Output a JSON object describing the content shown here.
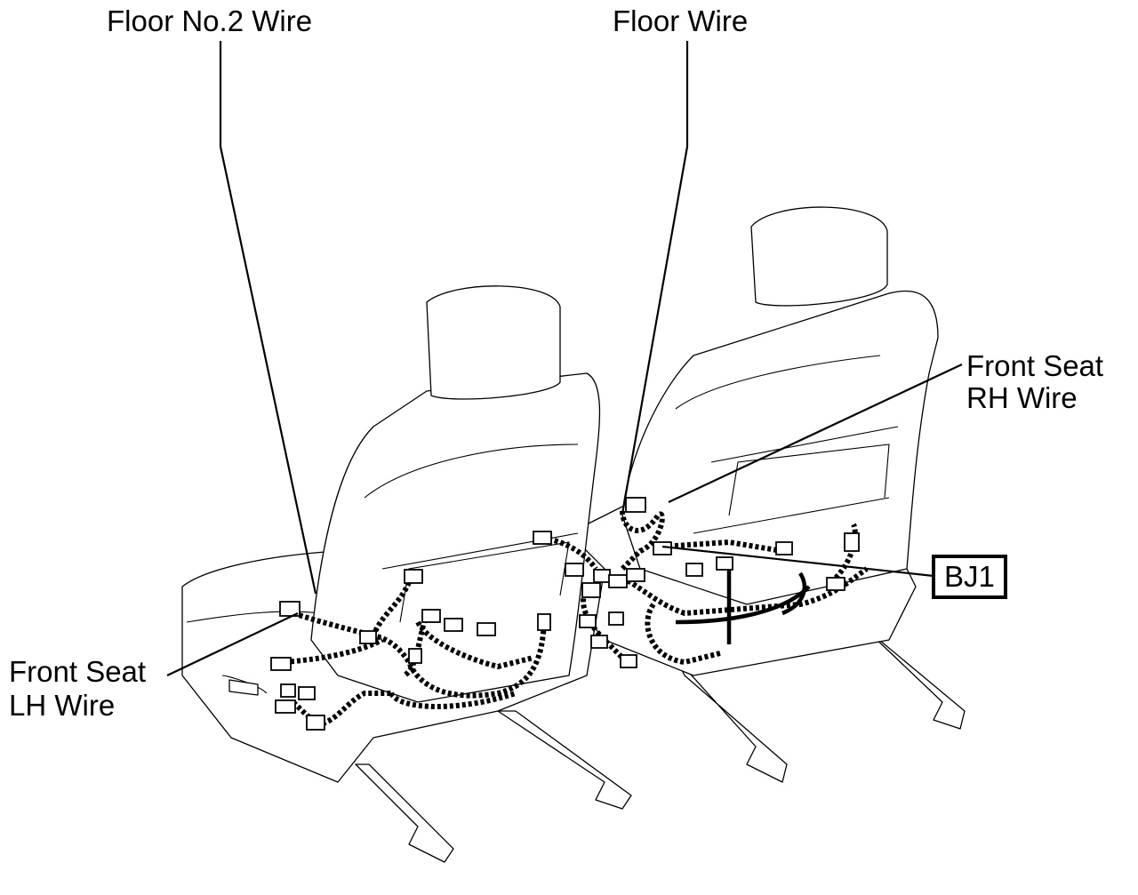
{
  "labels": {
    "floor_no2_wire": "Floor No.2 Wire",
    "floor_wire": "Floor Wire",
    "front_seat_rh_line1": "Front Seat",
    "front_seat_rh_line2": "RH Wire",
    "front_seat_lh_line1": "Front Seat",
    "front_seat_lh_line2": "LH Wire",
    "bj1": "BJ1"
  }
}
